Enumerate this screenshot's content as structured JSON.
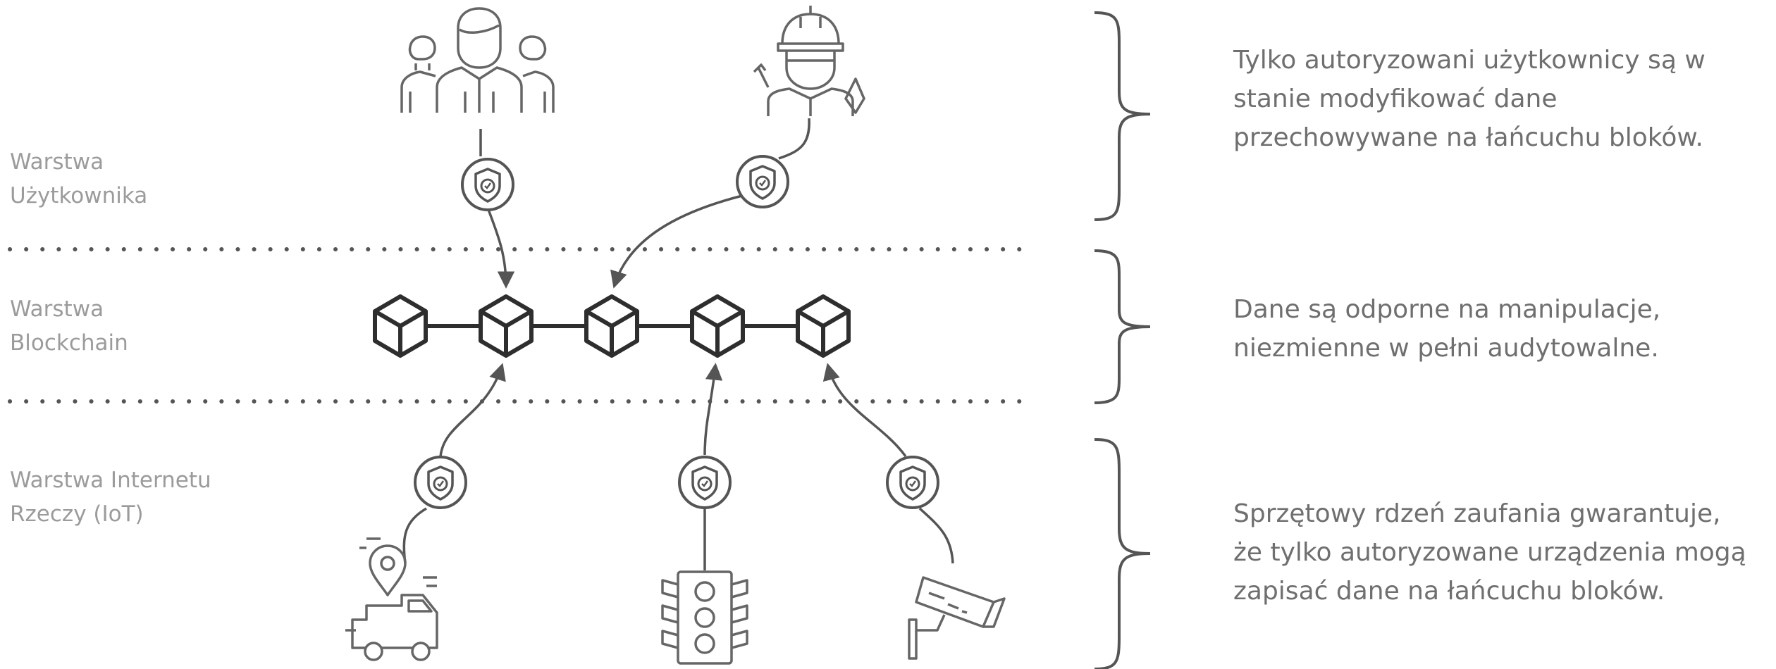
{
  "layers": [
    {
      "label": "Warstwa\nUżytkownika",
      "description": "Tylko autoryzowani użytkownicy są w\nstanie modyfikować dane\nprzechowywane na łańcuchu bloków."
    },
    {
      "label": "Warstwa\nBlockchain",
      "description": "Dane są odporne na manipulacje,\nniezmienne w pełni audytowalne."
    },
    {
      "label": "Warstwa Internetu\nRzeczy (IoT)",
      "description": "Sprzętowy rdzeń zaufania gwarantuje,\nże tylko autoryzowane urządzenia mogą\nzapisać dane na łańcuchu bloków."
    }
  ],
  "icons": {
    "users": "group-of-users-icon",
    "engineer": "engineer-icon",
    "shield": "shield-check-icon",
    "block": "cube-block-icon",
    "truck": "delivery-truck-icon",
    "traffic_light": "traffic-light-icon",
    "camera": "security-camera-icon"
  },
  "colors": {
    "line": "#555555",
    "label_text": "#9b9b9b",
    "desc_text": "#6f6f6f",
    "divider": "#555555"
  }
}
